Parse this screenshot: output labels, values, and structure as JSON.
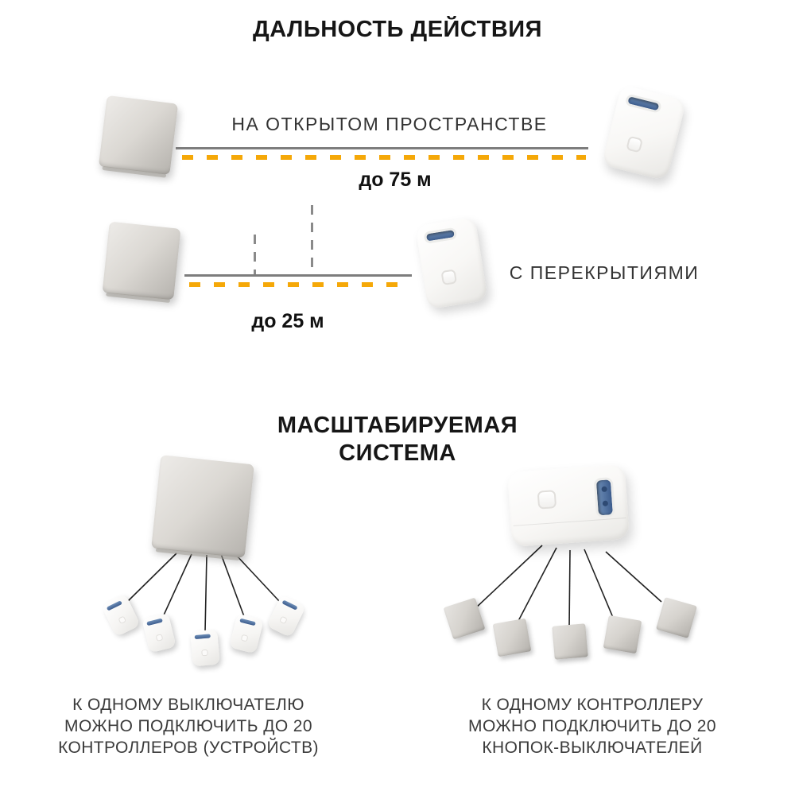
{
  "colors": {
    "accent_orange": "#F5A808",
    "line_gray": "#7d7d7d",
    "title_text": "#161616",
    "light_text": "#3b3b3b",
    "terminal_blue": "#3d5d8e"
  },
  "range_section": {
    "title": "ДАЛЬНОСТЬ ДЕЙСТВИЯ",
    "open_space": {
      "label": "НА ОТКРЫТОМ ПРОСТРАНСТВЕ",
      "distance": "до 75 м"
    },
    "obstructed": {
      "label": "С ПЕРЕКРЫТИЯМИ",
      "distance": "до 25 м"
    }
  },
  "scalable_section": {
    "title_lines": [
      "МАСШТАБИРУЕМАЯ",
      "СИСТЕМА"
    ],
    "switch_diagram": {
      "device_count": 5,
      "caption_lines": [
        "К ОДНОМУ ВЫКЛЮЧАТЕЛЮ",
        "МОЖНО ПОДКЛЮЧИТЬ ДО 20",
        "КОНТРОЛЛЕРОВ (УСТРОЙСТВ)"
      ]
    },
    "controller_diagram": {
      "device_count": 5,
      "caption_lines": [
        "К ОДНОМУ КОНТРОЛЛЕРУ",
        "МОЖНО ПОДКЛЮЧИТЬ ДО 20",
        "КНОПОК-ВЫКЛЮЧАТЕЛЕЙ"
      ]
    }
  }
}
